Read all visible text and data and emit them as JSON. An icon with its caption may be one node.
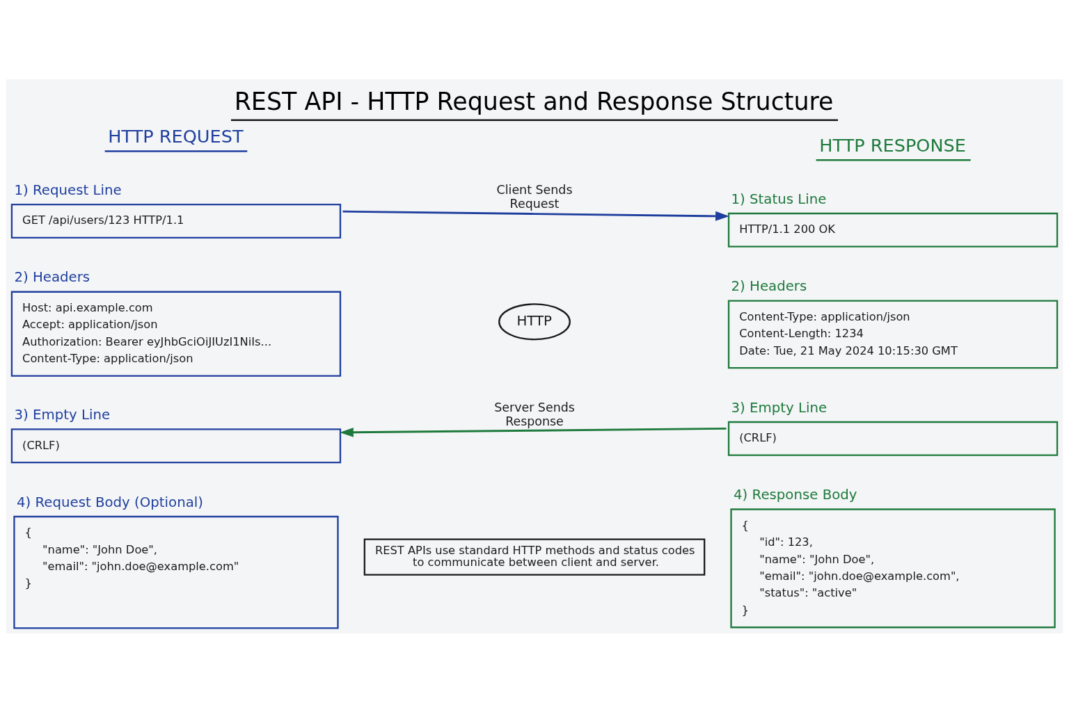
{
  "diagram": {
    "title": "REST API - HTTP Request and Response Structure",
    "nodes": [
      {
        "text": [
          "1) Request Line",
          "GET /api/users/123 HTTP/1.1"
        ]
      },
      {
        "text": [
          "2) Headers",
          "Host: api.example.com",
          "Accept: application/json",
          "Authorization: Bearer eyJhbGciOiJIUzI1NiIs...",
          "Content-Type: application/json"
        ]
      },
      {
        "text": [
          "3) Empty Line",
          "(CRLF)"
        ]
      },
      {
        "text": [
          "4) Request Body (Optional)",
          "{",
          "\"name\": \"John Doe\",",
          "\"email\": \"john.doe@example.com\"",
          "}"
        ]
      },
      {
        "text": [
          "HTTP"
        ]
      },
      {
        "text": [
          "1) Status Line",
          "HTTP/1.1 200 OK"
        ]
      },
      {
        "text": [
          "2) Headers",
          "Content-Type: application/json",
          "Content-Length: 1234",
          "Date: Tue, 21 May 2024 10:15:30 GMT"
        ]
      },
      {
        "text": [
          "3) Empty Line",
          "(CRLF)"
        ]
      },
      {
        "text": [
          "4) Response Body",
          "{",
          "\"id\": 123,",
          "\"name\": \"John Doe\",",
          "\"email\": \"john.doe@example.com\",",
          "\"status\": \"active\"",
          "}"
        ]
      },
      {
        "text": [
          "REST APIs use standard HTTP methods and status codes to communicate between client and server."
        ]
      }
    ],
    "edges": [
      {
        "from": 0,
        "to": 5,
        "arrow": "to",
        "label": "Client Sends Request",
        "color": "#1f3f9e"
      },
      {
        "from": 7,
        "to": 2,
        "arrow": "to",
        "label": "Server Sends Response",
        "color": "#1e7a3c"
      }
    ],
    "labels": [
      "HTTP REQUEST",
      "HTTP RESPONSE"
    ]
  }
}
